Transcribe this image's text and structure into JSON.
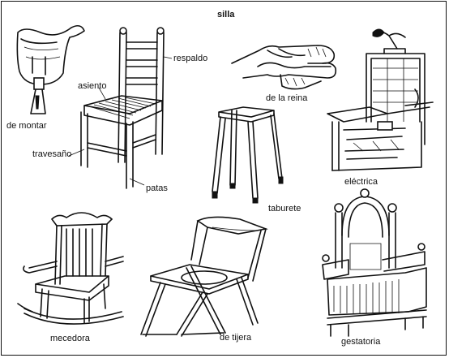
{
  "title": "silla",
  "labels": {
    "de_montar": "de montar",
    "asiento": "asiento",
    "respaldo": "respaldo",
    "travesano": "travesaño",
    "patas": "patas",
    "de_la_reina": "de la reina",
    "taburete": "taburete",
    "electrica": "eléctrica",
    "mecedora": "mecedora",
    "de_tijera": "de tijera",
    "gestatoria": "gestatoria"
  }
}
